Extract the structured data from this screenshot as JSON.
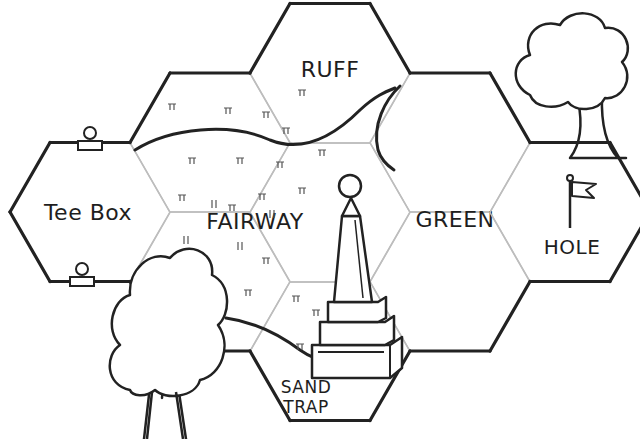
{
  "diagram": {
    "nodes": [
      {
        "text": [
          "RUFF"
        ]
      },
      {
        "text": [
          "Tee Box"
        ]
      },
      {
        "text": [
          "FAIRWAY"
        ]
      },
      {
        "text": [
          "GREEN"
        ]
      },
      {
        "text": [
          "HOLE"
        ]
      },
      {
        "text": [
          "SAND TRAP"
        ]
      }
    ]
  }
}
